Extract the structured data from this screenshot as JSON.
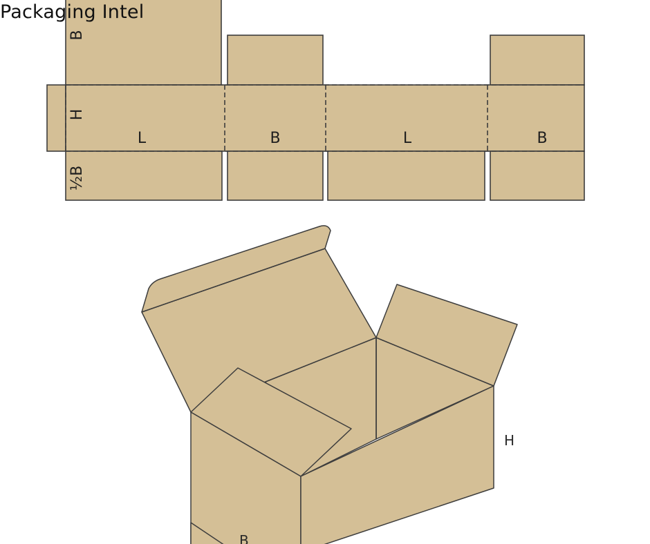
{
  "brand": {
    "text": "Packaging Intel"
  },
  "dieline": {
    "flap_label_top": "B",
    "height_label": "H",
    "half_flap_label": "½B",
    "panel_labels": [
      "L",
      "B",
      "L",
      "B"
    ]
  },
  "box3d": {
    "height_label": "H",
    "width_label": "B"
  },
  "colors": {
    "cardboard": "#d4bf96",
    "line": "#3d3d3d",
    "background": "#ffffff"
  }
}
